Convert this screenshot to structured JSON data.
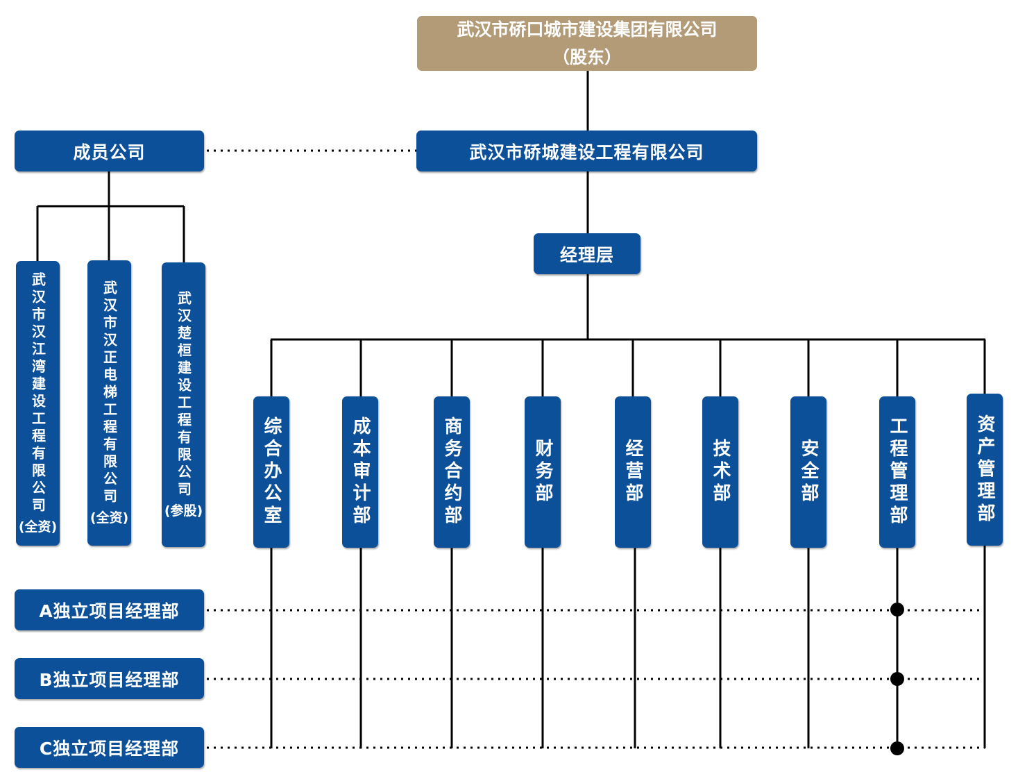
{
  "shareholder": {
    "name": "武汉市硚口城市建设集团有限公司",
    "note": "（股东）"
  },
  "company": {
    "name": "武汉市硚城建设工程有限公司"
  },
  "members": {
    "title": "成员公司",
    "items": [
      {
        "name": "武汉市汉江湾建设工程有限公司",
        "tag": "(全资)"
      },
      {
        "name": "武汉市汉正电梯工程有限公司",
        "tag": "(全资)"
      },
      {
        "name": "武汉楚桓建设工程有限公司",
        "tag": "(参股)"
      }
    ]
  },
  "management": {
    "title": "经理层"
  },
  "departments": [
    "综合办公室",
    "成本审计部",
    "商务合约部",
    "财务部",
    "经营部",
    "技术部",
    "安全部",
    "工程管理部",
    "资产管理部"
  ],
  "projects": [
    "A独立项目经理部",
    "B独立项目经理部",
    "C独立项目经理部"
  ],
  "colors": {
    "primary": "#0c5099",
    "shareholder": "#b39b77",
    "line": "#000000"
  }
}
